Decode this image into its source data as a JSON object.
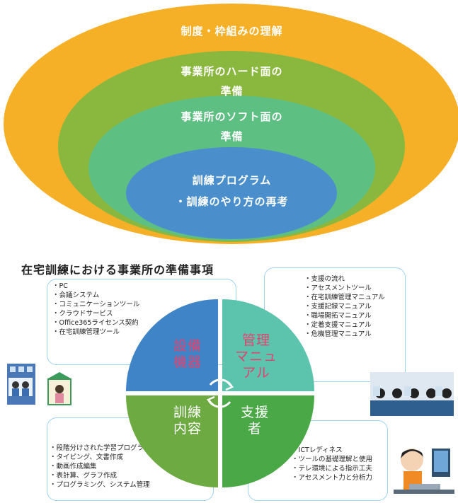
{
  "layers": [
    {
      "label": "制度・枠組みの理解",
      "color": "#f6b028"
    },
    {
      "label": "事業所のハード面の\n準備",
      "color": "#8ab83f"
    },
    {
      "label": "事業所のソフト面の\n準備",
      "color": "#5ebf83"
    },
    {
      "label": "訓練プログラム\n・訓練のやり方の再考",
      "color": "#4a8fcc"
    }
  ],
  "title": "在宅訓練における事業所の準備事項",
  "quadrants": {
    "equipment": {
      "label": "設備\n機器",
      "color": "#3f84c6",
      "text_color": "#e0436f"
    },
    "manual": {
      "label": "管理\nマニュ\nアル",
      "color": "#5cc3ad",
      "text_color": "#e0436f"
    },
    "training": {
      "label": "訓練\n内容",
      "color": "#6dab42",
      "text_color": "#ffffff"
    },
    "support": {
      "label": "支援\n者",
      "color": "#4aa846",
      "text_color": "#ffffff"
    }
  },
  "lists": {
    "equipment": [
      "PC",
      "会議システム",
      "コミュニケーションツール",
      "クラウドサービス",
      "Office365ライセンス契約",
      "在宅訓練管理ツール"
    ],
    "manual": [
      "支援の流れ",
      "アセスメントツール",
      "在宅訓練管理マニュアル",
      "支援記録マニュアル",
      "職場開拓マニュアル",
      "定着支援マニュアル",
      "危機管理マニュアル"
    ],
    "training": [
      "段階分けされた学習プログラム",
      "タイピング、文書作成",
      "動画作成編集",
      "表計算、グラフ作成",
      "プログラミング、システム管理"
    ],
    "support": [
      "ICTレディネス",
      "ツールの基礎理解と使用",
      "テレ環境による指示工夫",
      "アセスメント力と分析力"
    ]
  }
}
